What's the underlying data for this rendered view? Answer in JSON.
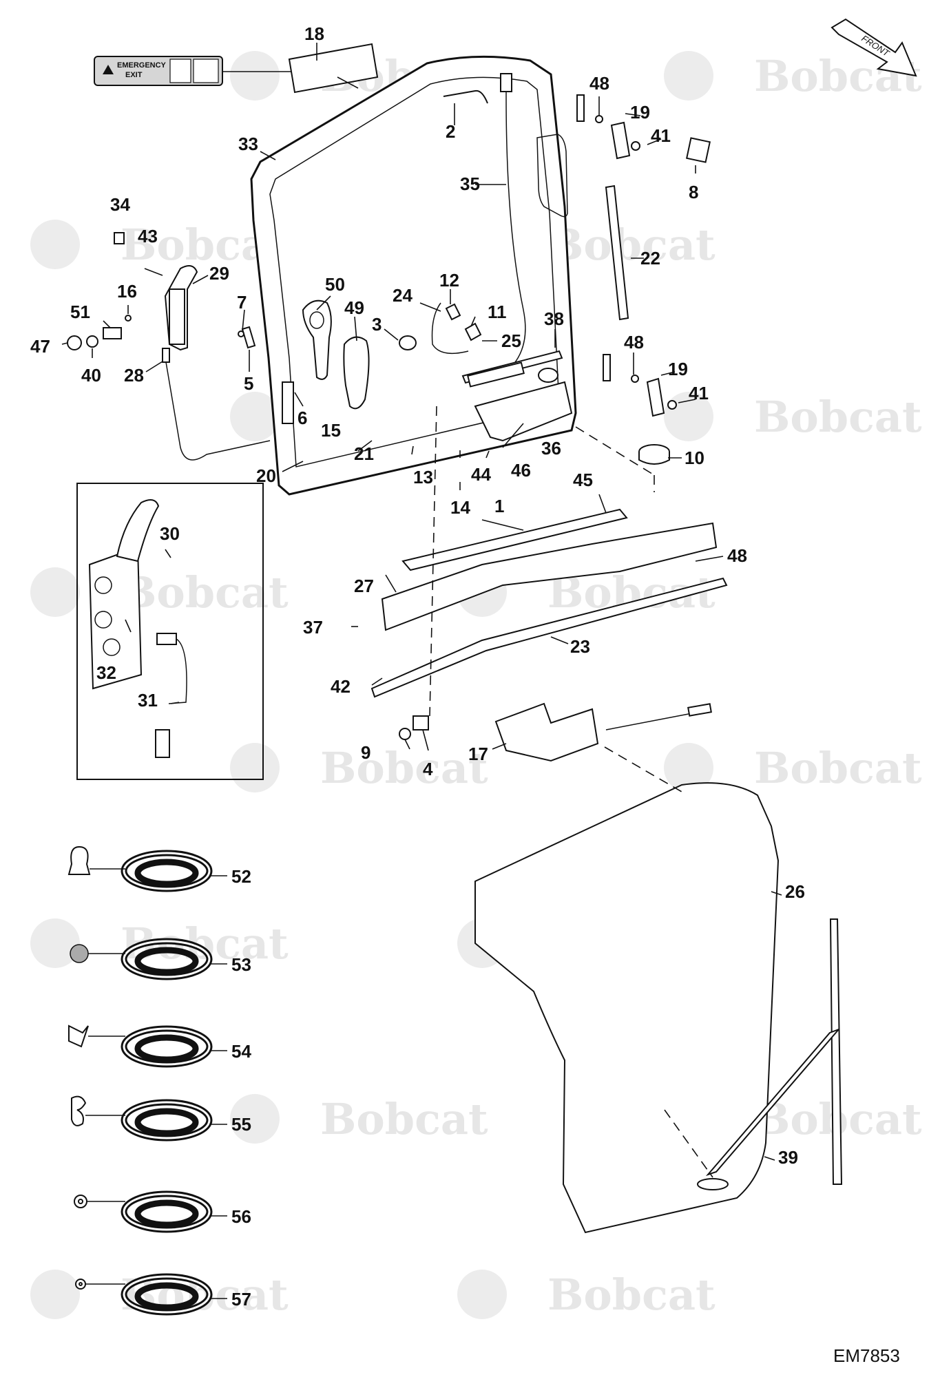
{
  "drawing_id": "EM7853",
  "watermark_text": "Bobcat",
  "front_arrow_label": "FRONT",
  "decal": {
    "line1": "EMERGENCY",
    "line2": "EXIT"
  },
  "callouts": {
    "c1": "1",
    "c2": "2",
    "c3": "3",
    "c4": "4",
    "c5": "5",
    "c6": "6",
    "c7": "7",
    "c8": "8",
    "c9": "9",
    "c10": "10",
    "c11": "11",
    "c12": "12",
    "c13": "13",
    "c14": "14",
    "c15": "15",
    "c16": "16",
    "c17": "17",
    "c18": "18",
    "c19a": "19",
    "c19b": "19",
    "c20": "20",
    "c21": "21",
    "c22": "22",
    "c23": "23",
    "c24": "24",
    "c25": "25",
    "c26": "26",
    "c27": "27",
    "c28": "28",
    "c29": "29",
    "c30": "30",
    "c31": "31",
    "c32": "32",
    "c33": "33",
    "c34": "34",
    "c35": "35",
    "c36": "36",
    "c37": "37",
    "c38": "38",
    "c39": "39",
    "c40": "40",
    "c41a": "41",
    "c41b": "41",
    "c42": "42",
    "c43": "43",
    "c44": "44",
    "c45": "45",
    "c46": "46",
    "c47": "47",
    "c48a": "48",
    "c48b": "48",
    "c48c": "48",
    "c49": "49",
    "c50": "50",
    "c51": "51",
    "c52": "52",
    "c53": "53",
    "c54": "54",
    "c55": "55",
    "c56": "56",
    "c57": "57"
  },
  "colors": {
    "line": "#111111",
    "watermark": "#e6e6e6",
    "background": "#ffffff"
  }
}
